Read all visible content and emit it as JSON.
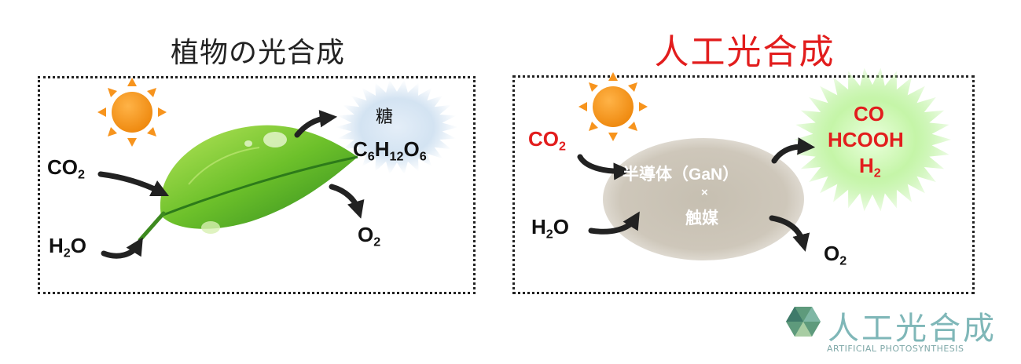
{
  "left": {
    "title": "植物の光合成",
    "inputs": {
      "co2": "CO",
      "co2_sub": "2",
      "h2o_a": "H",
      "h2o_sub": "2",
      "h2o_b": "O"
    },
    "sugar": {
      "label": "糖",
      "f1": "C",
      "s1": "6",
      "f2": "H",
      "s2": "12",
      "f3": "O",
      "s3": "6"
    },
    "oxygen": {
      "o": "O",
      "o_sub": "2"
    }
  },
  "right": {
    "title": "人工光合成",
    "inputs": {
      "co2": "CO",
      "co2_sub": "2",
      "h2o_a": "H",
      "h2o_sub": "2",
      "h2o_b": "O"
    },
    "catalyst": {
      "line1": "半導体（GaN）",
      "times": "×",
      "line2": "触媒"
    },
    "products": {
      "co": "CO",
      "hcooh": "HCOOH",
      "h2_a": "H",
      "h2_sub": "2"
    },
    "oxygen": {
      "o": "O",
      "o_sub": "2"
    }
  },
  "logo": {
    "text": "人工光合成",
    "subtitle": "ARTIFICIAL PHOTOSYNTHESIS"
  },
  "colors": {
    "title_red": "#e21d1d",
    "sun": "#f7941d",
    "leaf": "#6cc02a",
    "catalyst": "#cac3b5",
    "product_glow": "#9ff07a",
    "sugar_glow": "#cfe0f0",
    "logo": "#7fb7b8"
  }
}
